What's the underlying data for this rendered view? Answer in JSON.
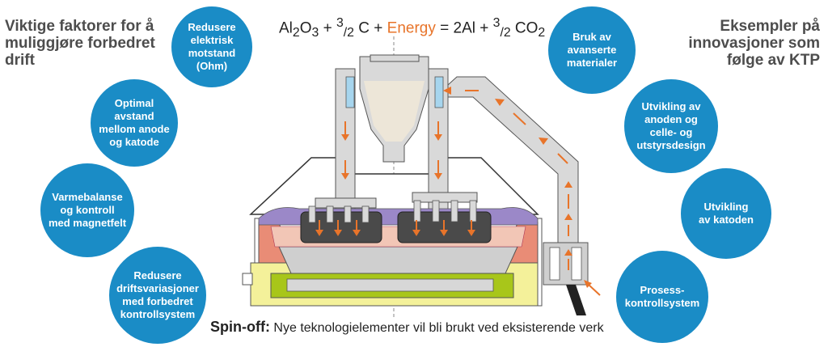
{
  "left_heading": "Viktige faktorer for å muliggjøre forbedret drift",
  "right_heading": "Eksempler på innovasjoner som følge av KTP",
  "equation": {
    "al": "Al",
    "sub_a": "2",
    "o": "O",
    "sub_b": "3",
    "plus1": " + ",
    "frac_num1": "3",
    "frac_den1": "/2",
    "c": " C + ",
    "energy": "Energy",
    "eq": " = 2Al + ",
    "frac_num2": "3",
    "frac_den2": "/2",
    "co": " CO",
    "sub_c": "2"
  },
  "left_circles": [
    "Redusere\nelektrisk\nmotstand\n(Ohm)",
    "Optimal avstand\nmellom anode\nog katode",
    "Varmebalanse\nog kontroll\nmed magnetfelt",
    "Redusere\ndriftsvariasjoner\nmed forbedret\nkontrollsystem"
  ],
  "right_circles": [
    "Bruk av\navanserte\nmaterialer",
    "Utvikling av\nanoden og\ncelle- og\nutstyrsdesign",
    "Utvikling\nav katoden",
    "Prosess-\nkontrollsystem"
  ],
  "spinoff": {
    "label": "Spin-off:",
    "text": " Nye teknologielementer vil bli brukt ved eksisterende verk"
  },
  "colors": {
    "circle": "#1a8cc6",
    "heading": "#4d4d4d",
    "energy": "#e8742a",
    "arrow": "#e8742a",
    "duct": "#d9d9d9",
    "anode": "#4a4a4a",
    "crust": "#9b88c8",
    "bath": "#f2c6b6",
    "metal": "#cfcfcf",
    "cathode": "#a8c61a",
    "insulation": "#f4f19a"
  }
}
